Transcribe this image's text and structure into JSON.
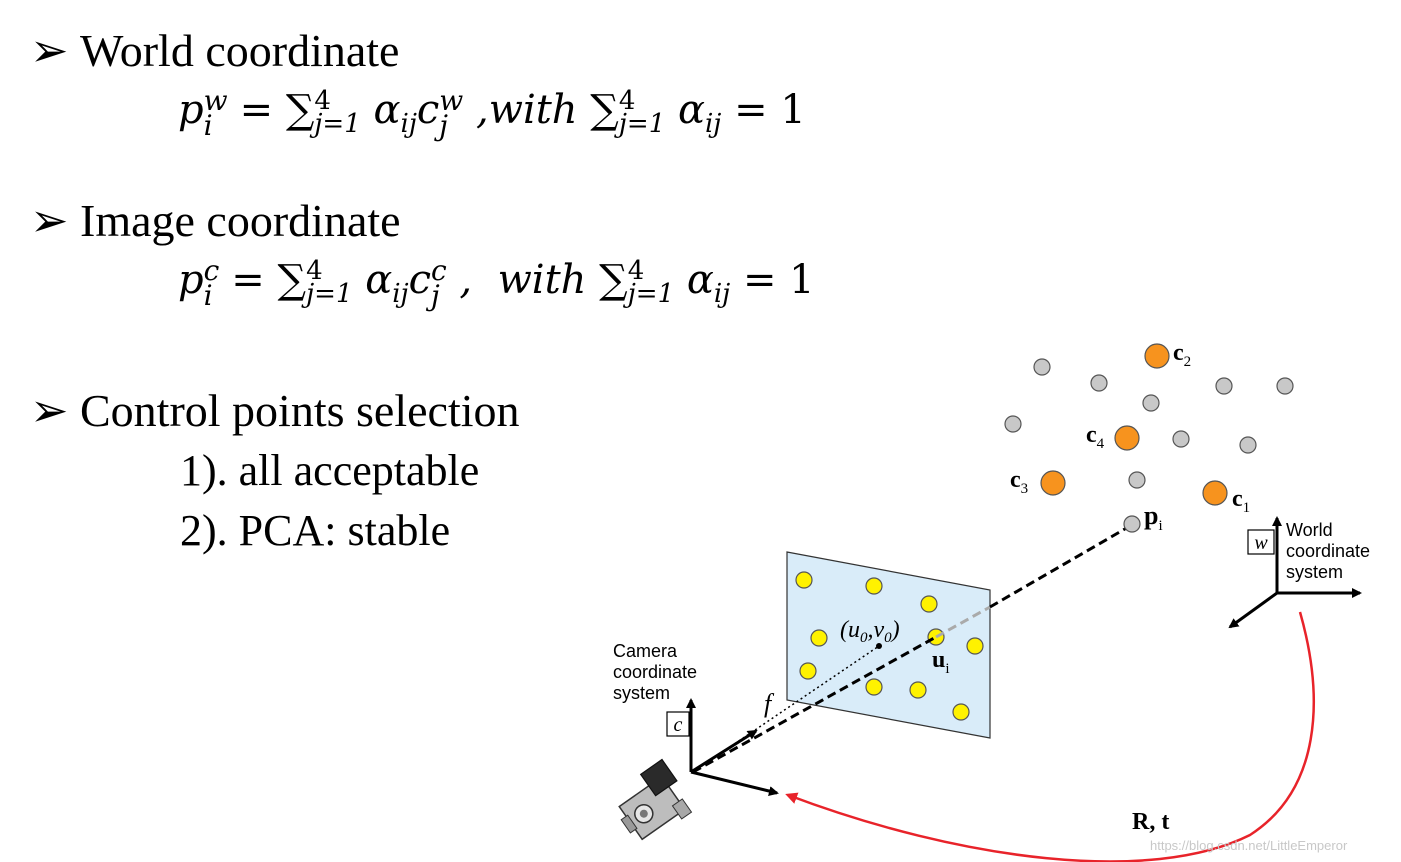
{
  "bullets": [
    {
      "marker": "➢",
      "label": "World coordinate"
    },
    {
      "marker": "➢",
      "label": "Image coordinate"
    },
    {
      "marker": "➢",
      "label": "Control points selection"
    }
  ],
  "formulas": {
    "world": {
      "lhs_base": "p",
      "lhs_sup": "w",
      "lhs_sub": "i",
      "eq": "=",
      "sum": "∑",
      "sum_sup": "4",
      "sum_sub": "j=1",
      "alpha": "α",
      "alpha_sub": "ij",
      "c_base": "c",
      "c_sup": "w",
      "c_sub": "j",
      "with": ",with",
      "sum2_sup": "4",
      "sum2_sub": "j=1",
      "alpha2_sub": "ij",
      "rhs": "= 1"
    },
    "image": {
      "lhs_base": "p",
      "lhs_sup": "c",
      "lhs_sub": "i",
      "eq": "=",
      "sum": "∑",
      "sum_sup": "4",
      "sum_sub": "j=1",
      "alpha": "α",
      "alpha_sub": "ij",
      "c_base": "c",
      "c_sup": "c",
      "c_sub": "j",
      "with": ",  with",
      "sum2_sup": "4",
      "sum2_sub": "j=1",
      "alpha2_sub": "ij",
      "rhs": "= 1"
    }
  },
  "selection_items": [
    "1). all acceptable",
    "2). PCA: stable"
  ],
  "diagram": {
    "control_points": [
      {
        "base": "c",
        "sub": "1"
      },
      {
        "base": "c",
        "sub": "2"
      },
      {
        "base": "c",
        "sub": "3"
      },
      {
        "base": "c",
        "sub": "4"
      }
    ],
    "world_point": {
      "base": "p",
      "sub": "i"
    },
    "image_point": {
      "base": "u",
      "sub": "i"
    },
    "principal_point": "(u0,v0)",
    "principal_u": "u",
    "principal_v": "v",
    "principal_sub": "0",
    "focal_label": "f",
    "world_frame_box": "w",
    "world_frame_label": [
      "World",
      "coordinate",
      "system"
    ],
    "camera_frame_box": "c",
    "camera_frame_label": [
      "Camera",
      "coordinate",
      "system"
    ],
    "transform_label": "R, t",
    "watermark": "https://blog.csdn.net/LittleEmperor",
    "colors": {
      "control_point": "#f7931e",
      "world_point": "#c8c8c8",
      "image_point": "#fff200",
      "image_plane": "#d9ecf9",
      "transform_arrow": "#e8232a"
    }
  }
}
